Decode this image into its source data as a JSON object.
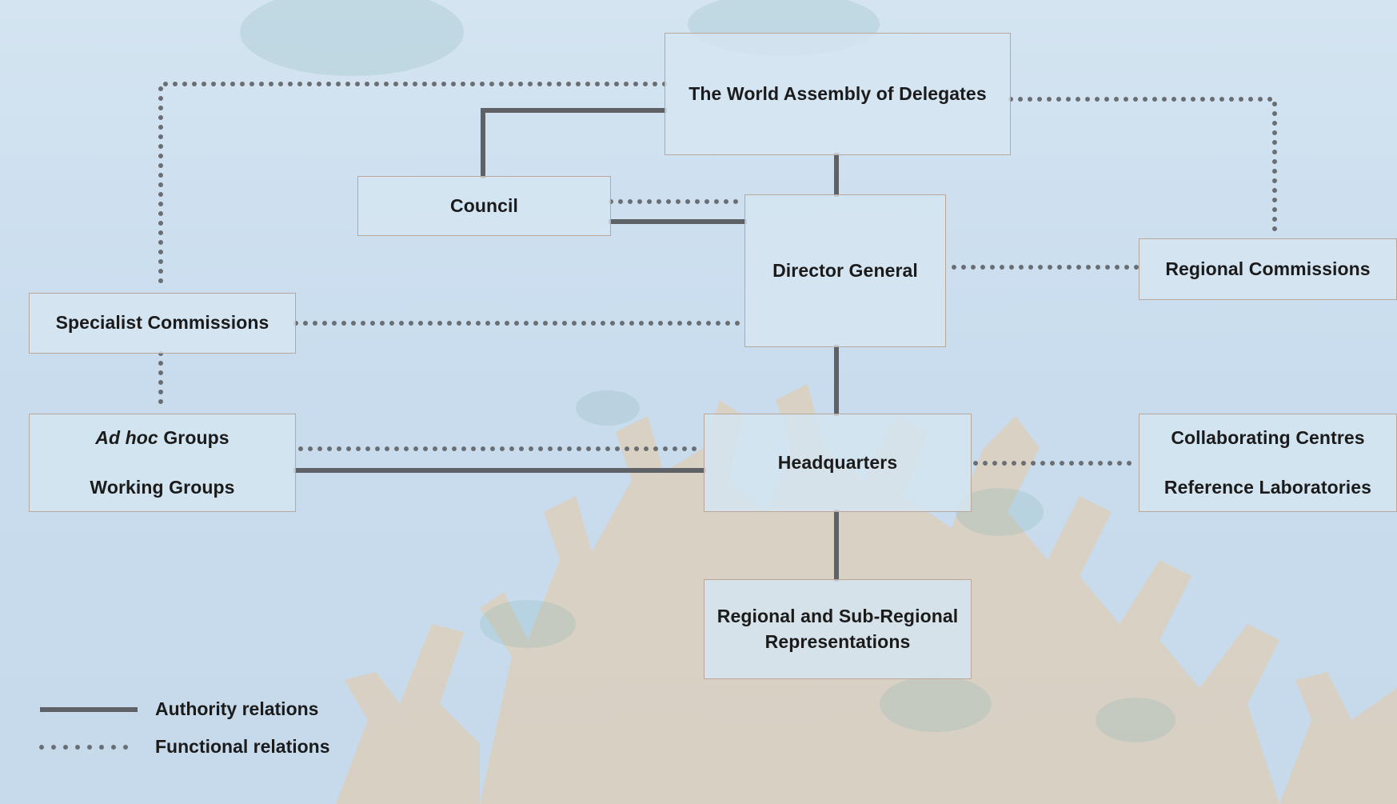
{
  "nodes": {
    "wad": "The World Assembly of Delegates",
    "council": "Council",
    "dg": "Director General",
    "regional_commissions": "Regional Commissions",
    "specialist_commissions": "Specialist Commissions",
    "adhoc_italic": "Ad hoc",
    "adhoc_rest": " Groups",
    "working_groups": "Working Groups",
    "headquarters": "Headquarters",
    "collaborating_centres": "Collaborating Centres",
    "reference_laboratories": "Reference Laboratories",
    "regional_rep_line1": "Regional and Sub-Regional",
    "regional_rep_line2": "Representations"
  },
  "legend": {
    "authority": "Authority relations",
    "functional": "Functional relations"
  },
  "colors": {
    "line": "#5e6266",
    "box_border": "#b9a79a",
    "background": "#cddff0"
  }
}
